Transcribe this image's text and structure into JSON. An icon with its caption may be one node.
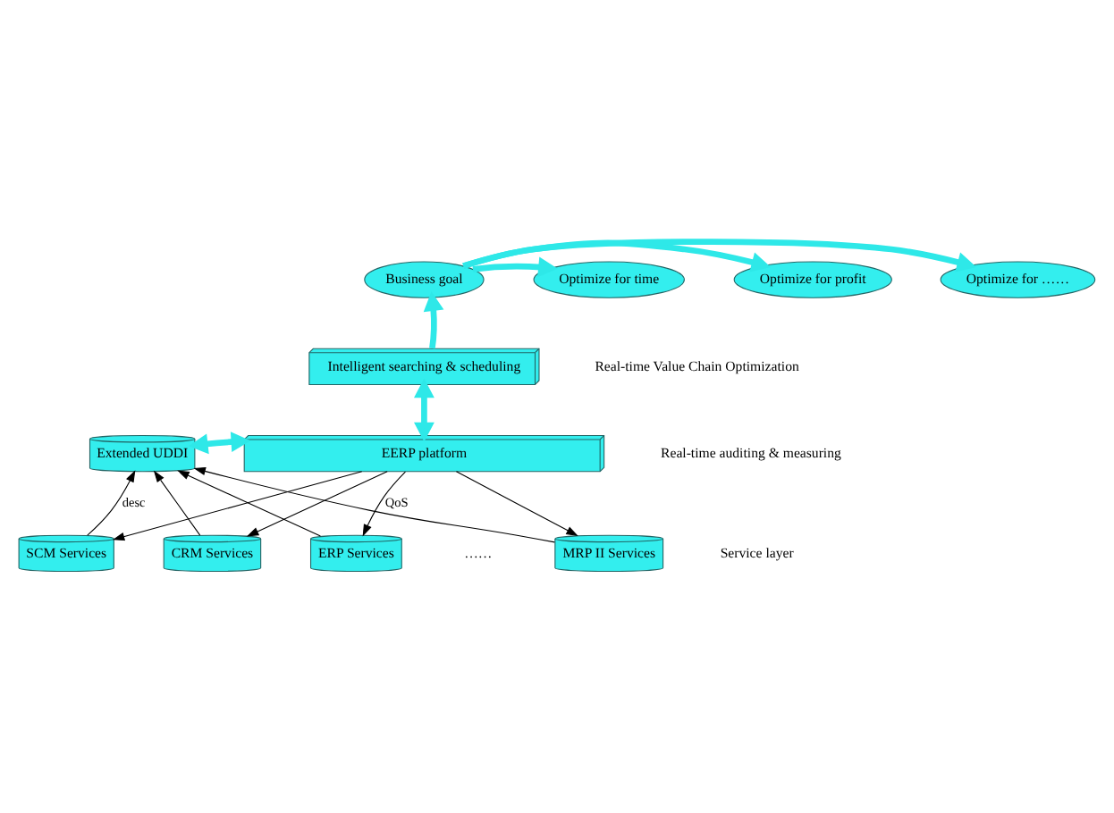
{
  "diagram": {
    "nodes": [
      {
        "text": [
          "Business goal"
        ]
      },
      {
        "text": [
          "Optimize for time"
        ]
      },
      {
        "text": [
          "Optimize for profit"
        ]
      },
      {
        "text": [
          "Optimize for ……"
        ]
      },
      {
        "text": [
          "Intelligent searching & scheduling"
        ]
      },
      {
        "text": [
          "Extended UDDI"
        ]
      },
      {
        "text": [
          "EERP platform"
        ]
      },
      {
        "text": [
          "SCM Services"
        ]
      },
      {
        "text": [
          "CRM Services"
        ]
      },
      {
        "text": [
          "ERP Services"
        ]
      },
      {
        "text": [
          "MRP II Services"
        ]
      }
    ],
    "edges": [
      {
        "from": 0,
        "to": 1,
        "arrow": "to",
        "style": "thick",
        "color": "#2ee8e8"
      },
      {
        "from": 0,
        "to": 2,
        "arrow": "to",
        "style": "thick",
        "color": "#2ee8e8"
      },
      {
        "from": 0,
        "to": 3,
        "arrow": "to",
        "style": "thick",
        "color": "#2ee8e8"
      },
      {
        "from": 4,
        "to": 0,
        "arrow": "to",
        "style": "thick",
        "color": "#2ee8e8"
      },
      {
        "from": 6,
        "to": 4,
        "arrow": "both",
        "style": "thick",
        "color": "#2ee8e8"
      },
      {
        "from": 5,
        "to": 6,
        "arrow": "both",
        "style": "thick",
        "color": "#2ee8e8"
      },
      {
        "from": 6,
        "to": 7,
        "arrow": "to"
      },
      {
        "from": 6,
        "to": 8,
        "arrow": "to"
      },
      {
        "from": 6,
        "to": 9,
        "arrow": "to",
        "label": "QoS"
      },
      {
        "from": 6,
        "to": 10,
        "arrow": "to"
      },
      {
        "from": 7,
        "to": 5,
        "arrow": "to",
        "label": "desc"
      },
      {
        "from": 8,
        "to": 5,
        "arrow": "to"
      },
      {
        "from": 9,
        "to": 5,
        "arrow": "to"
      },
      {
        "from": 10,
        "to": 5,
        "arrow": "to"
      }
    ],
    "labels": [
      "Real-time Value Chain Optimization",
      "Real-time auditing & measuring",
      "Service layer",
      "……"
    ]
  }
}
